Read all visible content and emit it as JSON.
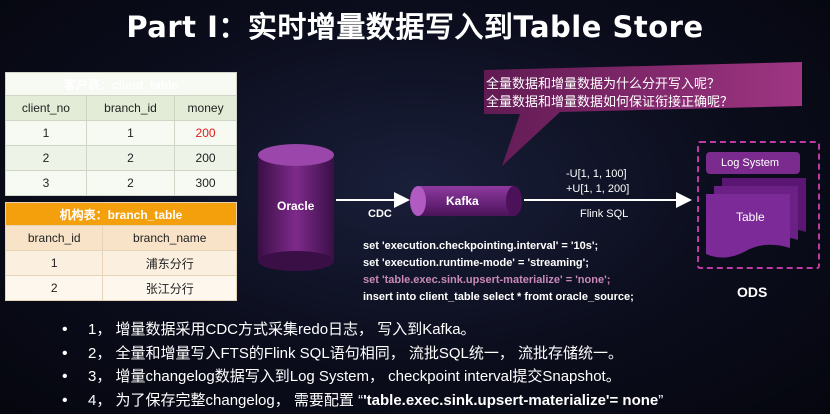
{
  "title": "Part I：实时增量数据写入到Table Store",
  "client_table": {
    "caption": "客户表：client_table",
    "headers": [
      "client_no",
      "branch_id",
      "money"
    ],
    "rows": [
      [
        "1",
        "1",
        "200"
      ],
      [
        "2",
        "2",
        "200"
      ],
      [
        "3",
        "2",
        "300"
      ]
    ],
    "highlight_color": "#e01b1b"
  },
  "branch_table": {
    "caption": "机构表：branch_table",
    "headers": [
      "branch_id",
      "branch_name"
    ],
    "rows": [
      [
        "1",
        "浦东分行"
      ],
      [
        "2",
        "张江分行"
      ]
    ]
  },
  "callout": {
    "line1": "全量数据和增量数据为什么分开写入呢？",
    "line2": "全量数据和增量数据如何保证衔接正确呢？"
  },
  "diagram": {
    "oracle": "Oracle",
    "cdc": "CDC",
    "kafka": "Kafka",
    "changelog1": "-U[1, 1, 100]",
    "changelog2": "+U[1, 1, 200]",
    "flink_sql": "Flink SQL",
    "log_system": "Log System",
    "table": "Table",
    "ods": "ODS"
  },
  "code": {
    "line1": "set 'execution.checkpointing.interval' = '10s';",
    "line2": "set 'execution.runtime-mode' = 'streaming';",
    "line3": "set 'table.exec.sink.upsert-materialize' = 'none';",
    "line4": "insert into client_table select * fromt oracle_source;"
  },
  "bullets": {
    "b1": "1， 增量数据采用CDC方式采集redo日志， 写入到Kafka。",
    "b2": "2， 全量和增量写入FTS的Flink SQL语句相同， 流批SQL统一， 流批存储统一。",
    "b3": "3， 增量changelog数据写入到Log System， checkpoint interval提交Snapshot。",
    "b4_prefix": "4， 为了保存完整changelog， 需要配置 “",
    "b4_bold": "'table.exec.sink.upsert-materialize'= none",
    "b4_suffix": "”"
  }
}
